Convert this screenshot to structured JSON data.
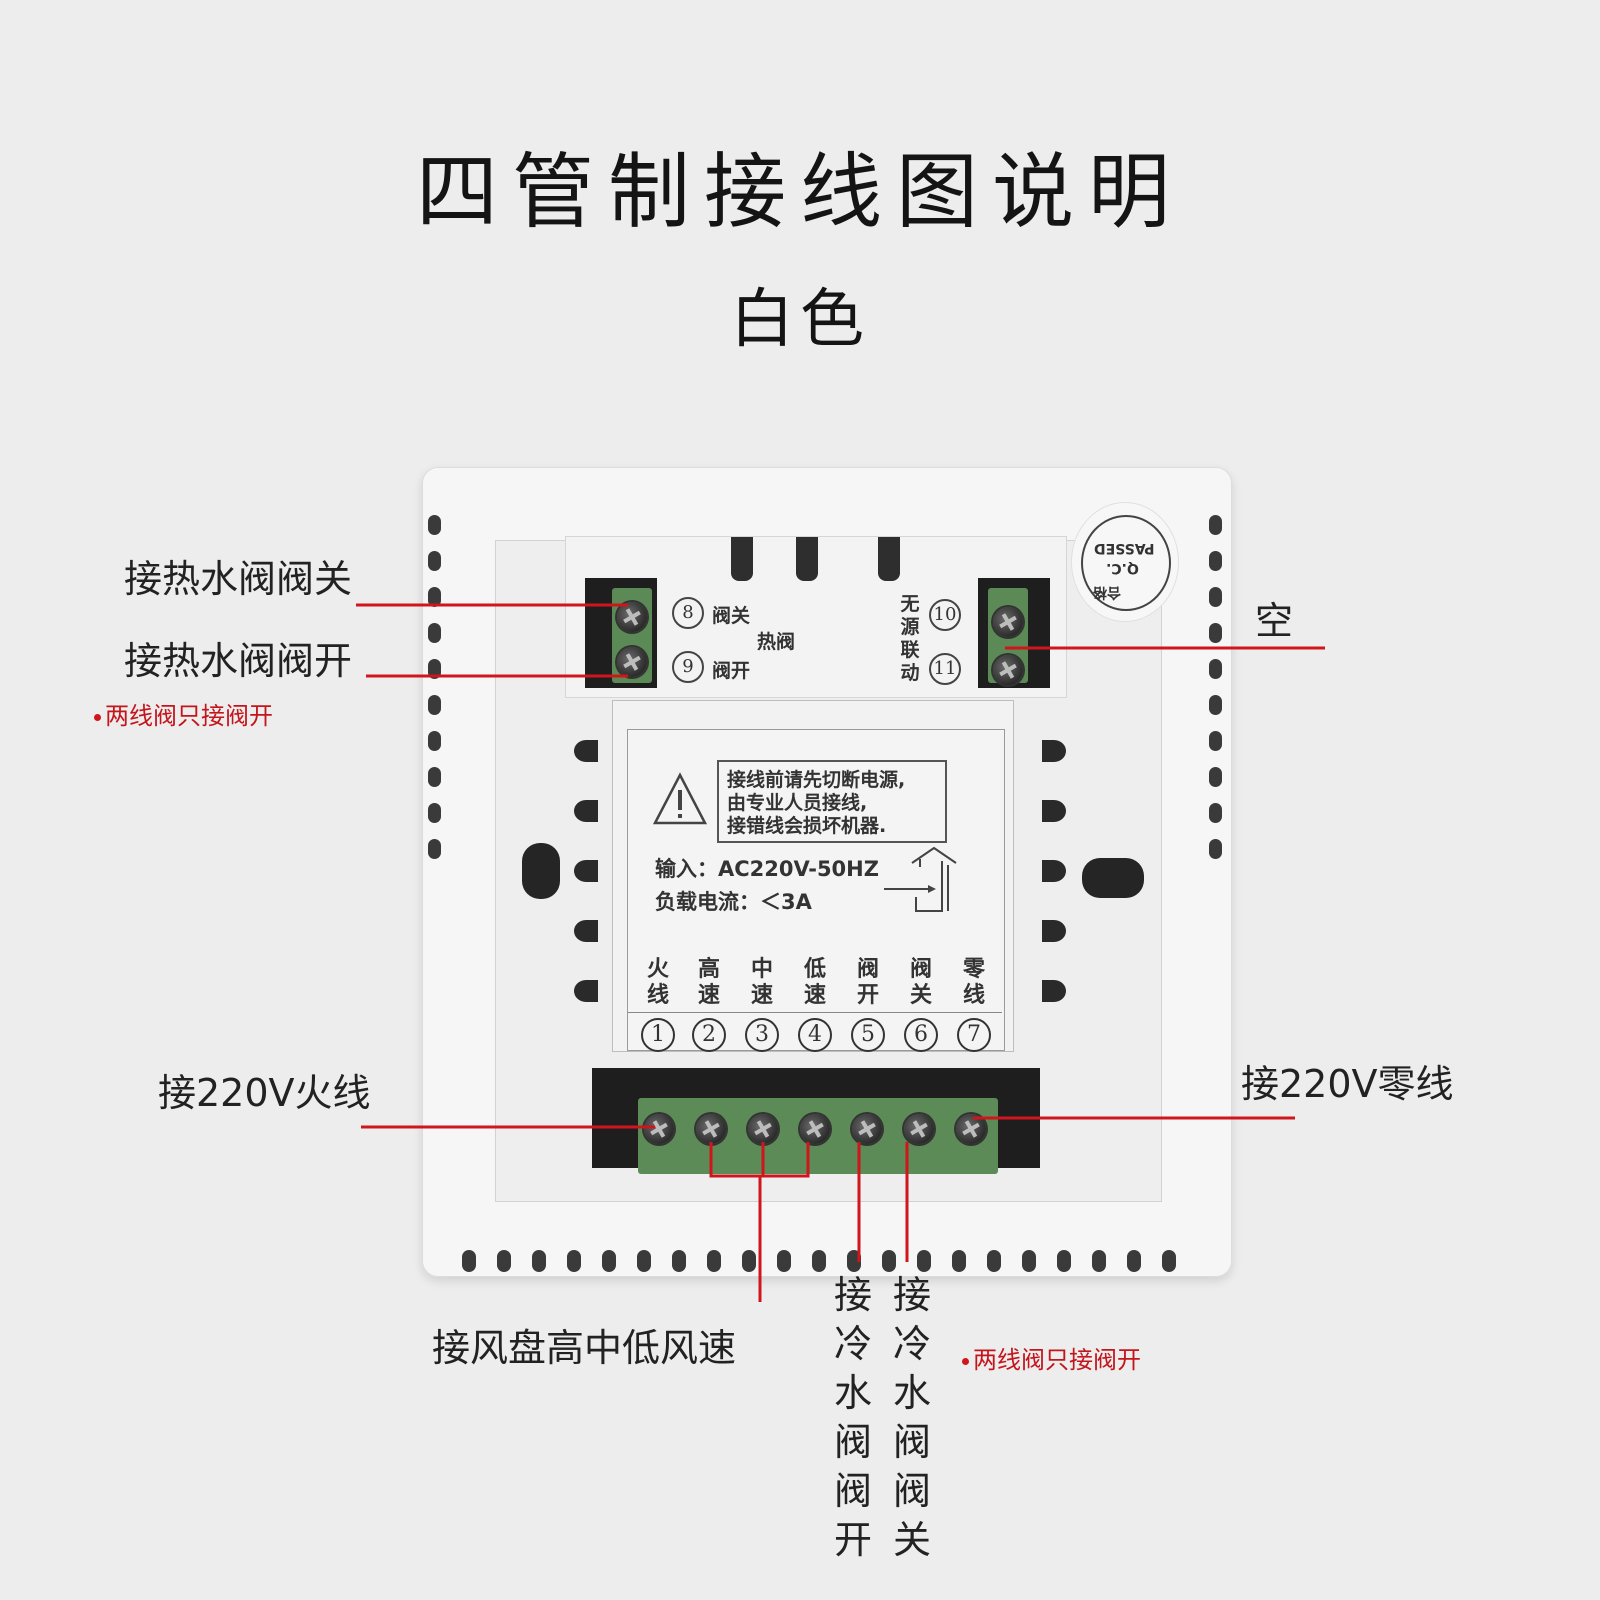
{
  "title": "四管制接线图说明",
  "subtitle": "白色",
  "labels": {
    "hot_valve_close": "接热水阀阀关",
    "hot_valve_open": "接热水阀阀开",
    "note_left": "两线阀只接阀开",
    "empty": "空",
    "live_220v": "接220V火线",
    "neutral_220v": "接220V零线",
    "fan_speed": "接风盘高中低风速",
    "cold_valve_open": [
      "接",
      "冷",
      "水",
      "阀",
      "阀",
      "开"
    ],
    "cold_valve_close": [
      "接",
      "冷",
      "水",
      "阀",
      "阀",
      "关"
    ],
    "note_right": "两线阀只接阀开"
  },
  "device": {
    "warning_lines": [
      "接线前请先切断电源,",
      "由专业人员接线,",
      "接错线会损坏机器."
    ],
    "input_spec": "输入：AC220V-50HZ",
    "current_spec": "负载电流：＜3A",
    "top_terminals": {
      "num_8": "8",
      "num_9": "9",
      "num_10": "10",
      "num_11": "11",
      "valve_close": "阀关",
      "valve_open": "阀开",
      "hot_valve": "热阀",
      "passive_link": [
        "无",
        "源",
        "联",
        "动"
      ]
    },
    "terminals": [
      {
        "num": "1",
        "name": [
          "火",
          "线"
        ]
      },
      {
        "num": "2",
        "name": [
          "高",
          "速"
        ]
      },
      {
        "num": "3",
        "name": [
          "中",
          "速"
        ]
      },
      {
        "num": "4",
        "name": [
          "低",
          "速"
        ]
      },
      {
        "num": "5",
        "name": [
          "阀",
          "开"
        ]
      },
      {
        "num": "6",
        "name": [
          "阀",
          "关"
        ]
      },
      {
        "num": "7",
        "name": [
          "零",
          "线"
        ]
      }
    ],
    "seal": {
      "line1": "PASSED",
      "line2": "Q.C.",
      "line3": "合格"
    }
  },
  "colors": {
    "leader_line": "#d0161c",
    "terminal_green": "#5c8b57",
    "background": "#ededed"
  }
}
